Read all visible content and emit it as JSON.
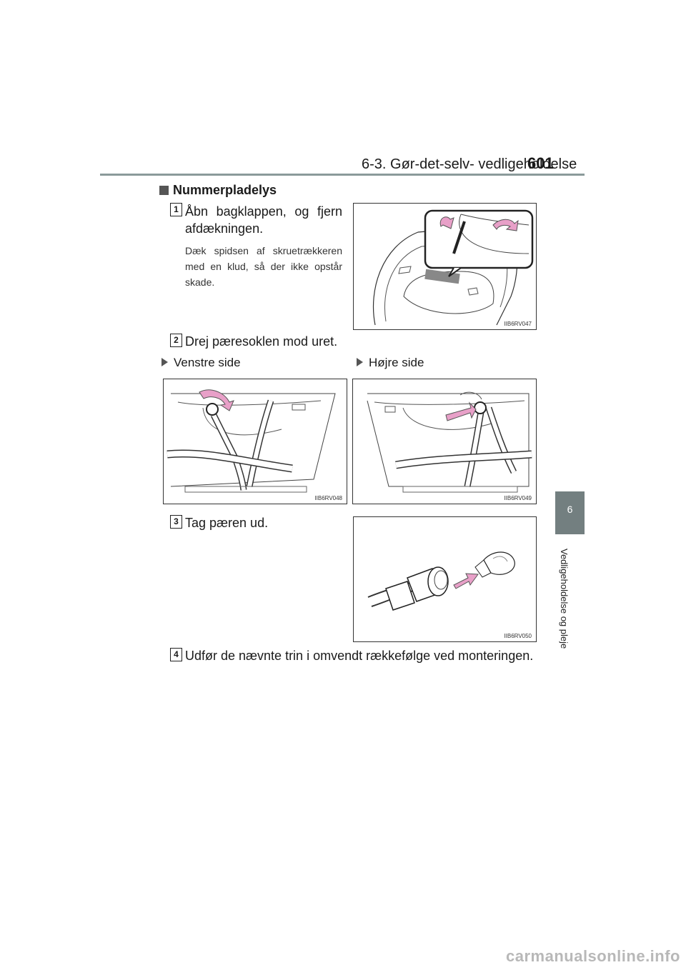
{
  "header": {
    "section": "6-3. Gør-det-selv- vedligeholdelse",
    "page_number": "601"
  },
  "side_tab": {
    "number": "6",
    "label": "Vedligeholdelse og pleje"
  },
  "heading": "Nummerpladelys",
  "steps": [
    {
      "badge": "1",
      "text": "Åbn bagklappen, og fjern afdækningen.",
      "note": "Dæk spidsen af skruetrækkeren med en klud, så der ikke opstår skade."
    },
    {
      "badge": "2",
      "text": "Drej pæresoklen mod uret."
    },
    {
      "badge": "3",
      "text": "Tag pæren ud."
    },
    {
      "badge": "4",
      "text": "Udfør de nævnte trin i omvendt rækkefølge ved monteringen."
    }
  ],
  "sub_labels": {
    "left": "Venstre side",
    "right": "Højre side"
  },
  "figures": {
    "fig1": "IIB6RV047",
    "fig2": "IIB6RV048",
    "fig3": "IIB6RV049",
    "fig4": "IIB6RV050"
  },
  "watermark": "carmanualsonline.info",
  "colors": {
    "arrow_pink": "#e8a0c8",
    "tab_gray": "#737f80",
    "rule_gray": "#8a9a9a"
  }
}
